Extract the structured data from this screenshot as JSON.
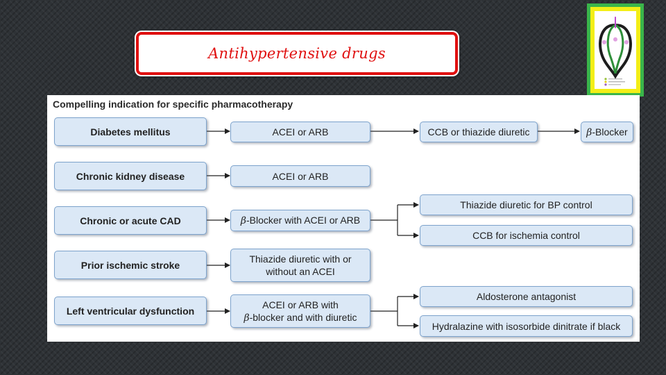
{
  "slide": {
    "title": "Antihypertensive drugs"
  },
  "figure": {
    "heading": "Compelling indication for specific pharmacotherapy",
    "rows": [
      {
        "condition": "Diabetes mellitus",
        "therapy": "ACEI or ARB",
        "next": [
          "CCB or thiazide diuretic"
        ],
        "last": "-Blocker"
      },
      {
        "condition": "Chronic kidney disease",
        "therapy": "ACEI or ARB"
      },
      {
        "condition": "Chronic or acute CAD",
        "therapy": "-Blocker with ACEI or ARB",
        "branches": [
          "Thiazide diuretic for BP control",
          "CCB for ischemia control"
        ]
      },
      {
        "condition": "Prior ischemic stroke",
        "therapy": "Thiazide diuretic with or without an ACEI"
      },
      {
        "condition": "Left ventricular dysfunction",
        "therapy_line1": "ACEI or ARB with",
        "therapy_line2": "-blocker and with diuretic",
        "branches": [
          "Aldosterone antagonist",
          "Hydralazine with isosorbide dinitrate if black"
        ]
      }
    ],
    "beta_symbol": "β"
  },
  "colors": {
    "title_border": "#e01010",
    "node_fill": "#dbe8f6",
    "node_border": "#7da3cc",
    "logo_outer": "#3ab54a",
    "logo_inner": "#f3ee17"
  }
}
